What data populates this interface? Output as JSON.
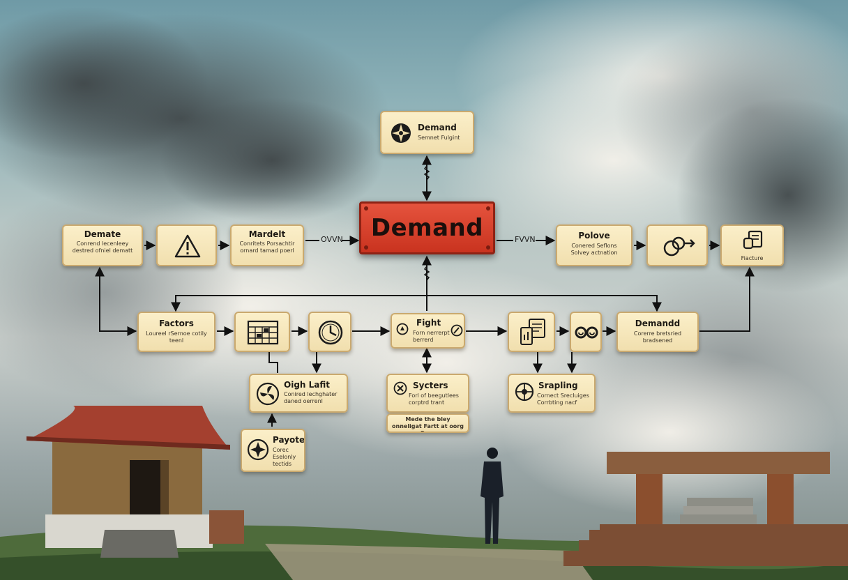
{
  "diagram": {
    "center": {
      "label": "Demand"
    },
    "nodes": {
      "top": {
        "title": "Demand",
        "subtitle": "Semnet Fulgint",
        "icon": "compass-star-icon"
      },
      "left1": {
        "title": "Demate",
        "subtitle": "Conrend lecenleey destred ofniel dematt"
      },
      "left2": {
        "icon": "warning-icon"
      },
      "left3": {
        "title": "Mardelt",
        "subtitle": "Conritets Porsachtir ornard tamad poerl"
      },
      "right1": {
        "title": "Polove",
        "subtitle": "Conered Seflons Solvey actnation"
      },
      "right2": {
        "icon": "swap-circles-icon"
      },
      "right3": {
        "subtitle": "Fiacture",
        "icon": "document-icon"
      },
      "factors": {
        "title": "Factors",
        "subtitle": "Loureel rSernoe cotily teenl"
      },
      "calendar": {
        "icon": "calendar-board-icon"
      },
      "clock": {
        "icon": "clock-icon"
      },
      "fight": {
        "title": "Fight",
        "subtitle": "Forn nerrerpt berrerd"
      },
      "files": {
        "icon": "files-icon"
      },
      "eyes": {
        "icon": "infinity-icon"
      },
      "demandd": {
        "title": "Demandd",
        "subtitle": "Corerre bretsried bradsened"
      },
      "oigh": {
        "title": "Oigh Lafit",
        "subtitle": "Conired lechghater daned oerrenl"
      },
      "sycters": {
        "title": "Sycters",
        "subtitle": "Forl of beegutlees corptrd trant"
      },
      "sycters_note": {
        "subtitle": "Mede the bley onneligat Fartt at oorg Pasy"
      },
      "srapling": {
        "title": "Srapling",
        "subtitle": "Cornect Srecluiges Corrbting nacf"
      },
      "payote": {
        "title": "Payote",
        "subtitle": "Corec Eselonly tectids"
      }
    },
    "edge_labels": {
      "left": "OVVN",
      "right": "FVVN"
    }
  }
}
